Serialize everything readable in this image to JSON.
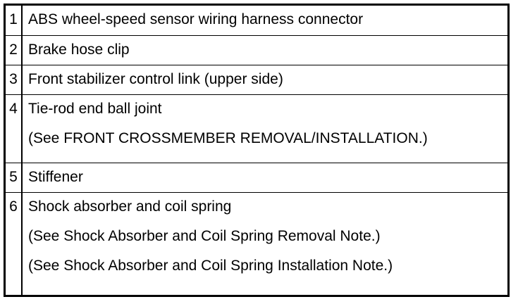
{
  "parts": [
    {
      "number": "1",
      "lines": [
        "ABS wheel-speed sensor wiring harness connector"
      ]
    },
    {
      "number": "2",
      "lines": [
        "Brake hose clip"
      ]
    },
    {
      "number": "3",
      "lines": [
        "Front stabilizer control link (upper side)"
      ]
    },
    {
      "number": "4",
      "lines": [
        "Tie-rod end ball joint",
        "(See FRONT CROSSMEMBER REMOVAL/INSTALLATION.)"
      ]
    },
    {
      "number": "5",
      "lines": [
        "Stiffener"
      ]
    },
    {
      "number": "6",
      "lines": [
        "Shock absorber and coil spring",
        "(See Shock Absorber and Coil Spring Removal Note.)",
        "(See Shock Absorber and Coil Spring Installation Note.)"
      ]
    }
  ]
}
